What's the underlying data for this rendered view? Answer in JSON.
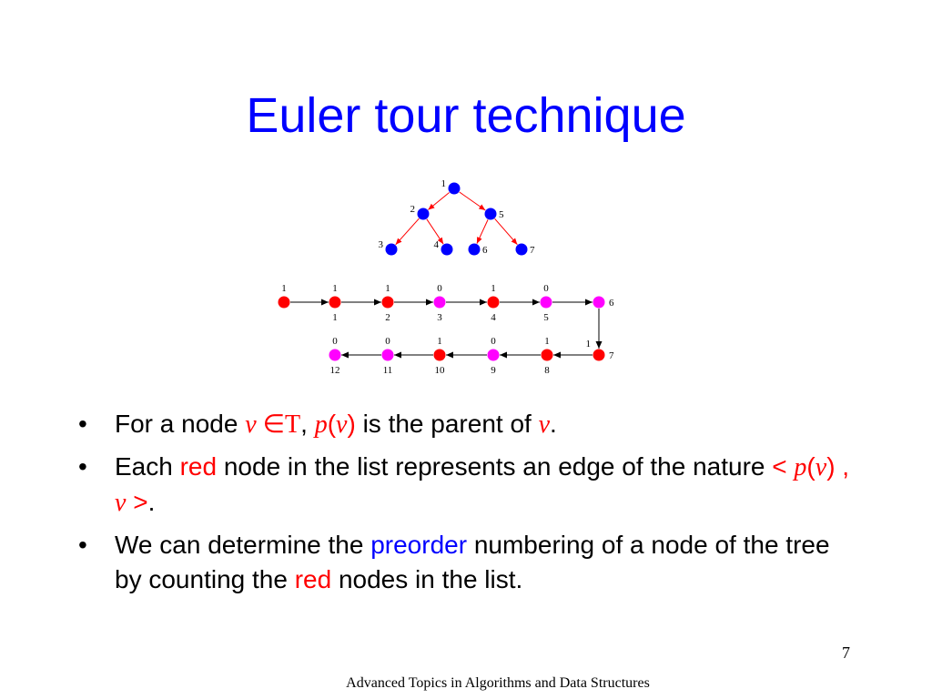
{
  "title": "Euler tour technique",
  "colors": {
    "title": "#0000ff",
    "accent_red": "#ff0000",
    "accent_blue": "#0000ff",
    "tree_node": "#0000ff",
    "red_node": "#ff0000",
    "magenta_node": "#ff00ff",
    "tree_edge": "#ff0000",
    "list_edge": "#000000"
  },
  "tree": {
    "nodes": [
      {
        "id": "1",
        "label": "1"
      },
      {
        "id": "2",
        "label": "2"
      },
      {
        "id": "5",
        "label": "5"
      },
      {
        "id": "3",
        "label": "3"
      },
      {
        "id": "4",
        "label": "4"
      },
      {
        "id": "6",
        "label": "6"
      },
      {
        "id": "7",
        "label": "7"
      }
    ]
  },
  "list": {
    "nodes": [
      {
        "value": "1",
        "index": "",
        "color": "red"
      },
      {
        "value": "1",
        "index": "1",
        "color": "red"
      },
      {
        "value": "1",
        "index": "2",
        "color": "red"
      },
      {
        "value": "0",
        "index": "3",
        "color": "magenta"
      },
      {
        "value": "1",
        "index": "4",
        "color": "red"
      },
      {
        "value": "0",
        "index": "5",
        "color": "magenta"
      },
      {
        "value": "",
        "index": "6",
        "color": "magenta"
      },
      {
        "value": "1",
        "index": "7",
        "color": "red"
      },
      {
        "value": "1",
        "index": "8",
        "color": "red"
      },
      {
        "value": "0",
        "index": "9",
        "color": "magenta"
      },
      {
        "value": "1",
        "index": "10",
        "color": "red"
      },
      {
        "value": "0",
        "index": "11",
        "color": "magenta"
      },
      {
        "value": "0",
        "index": "12",
        "color": "magenta"
      }
    ]
  },
  "bullets": {
    "b1": {
      "pre": "For a node ",
      "v": "v",
      "in_t": " ∈T",
      "comma": ", ",
      "p": "p",
      "lparen": "(",
      "v2": "v",
      "rparen": ")",
      "mid": " is the parent of ",
      "v3": "v",
      "end": "."
    },
    "b2": {
      "pre": "Each ",
      "red": "red",
      "mid": " node in the list represents an edge of the nature ",
      "lt": "< ",
      "p": "p",
      "lparen": "(",
      "v": "v",
      "rparen": ")",
      "comma": " , ",
      "v2": "v",
      "gt": " >",
      "end": "."
    },
    "b3": {
      "pre": "We can determine the ",
      "preorder": "preorder",
      "mid": " numbering of a node of the tree by counting the ",
      "red": "red",
      "end": " nodes in the list."
    }
  },
  "slide_number": "7",
  "footer": "Advanced Topics in Algorithms and Data Structures"
}
